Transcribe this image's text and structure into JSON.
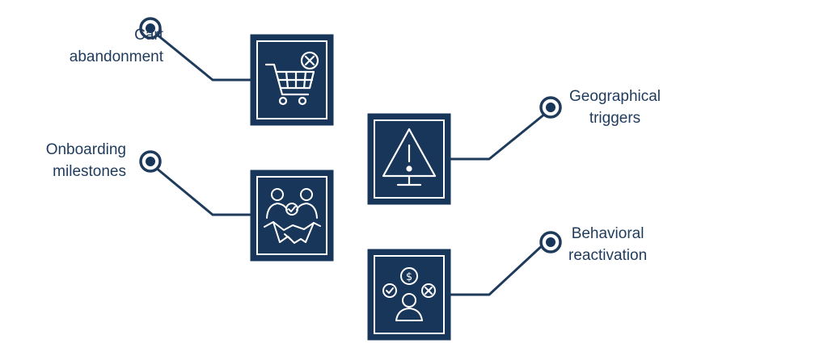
{
  "colors": {
    "navy": "#17365a",
    "line": "#1f3b5c",
    "text": "#1f3b5c",
    "background": "#ffffff",
    "icon": "#ffffff"
  },
  "items": [
    {
      "lines": [
        "Cart",
        "abandonment"
      ],
      "icon": "shopping-cart-remove-icon"
    },
    {
      "lines": [
        "Onboarding",
        "milestones"
      ],
      "icon": "handshake-team-icon"
    },
    {
      "lines": [
        "Geographical",
        "triggers"
      ],
      "icon": "warning-alert-icon"
    },
    {
      "lines": [
        "Behavioral",
        "reactivation"
      ],
      "icon": "customer-decision-icon"
    }
  ]
}
